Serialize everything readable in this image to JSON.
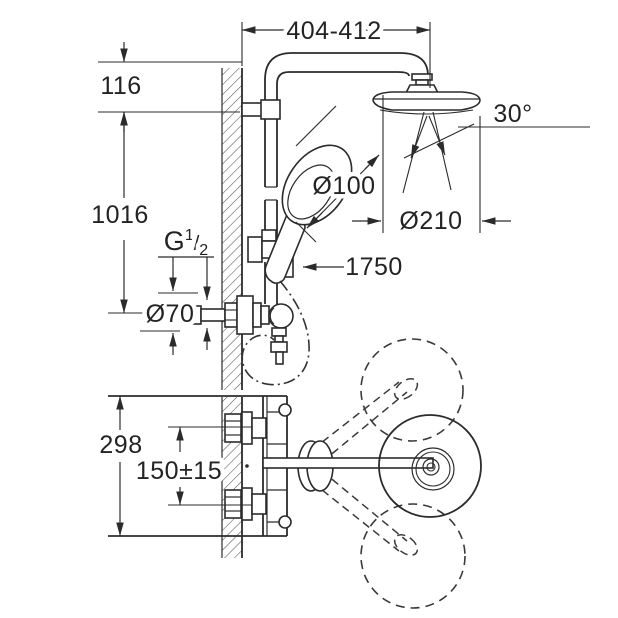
{
  "drawing": {
    "kind": "shower-system-installation-drawing",
    "background": "#ffffff",
    "line_color": "#2b2b2b",
    "front_view": {
      "dim_arm_reach": "404-412",
      "dim_head_offset": "116",
      "dim_riser_height": "1016",
      "thread": {
        "letter": "G",
        "numerator": "1",
        "slash": "/",
        "denominator": "2"
      },
      "dim_supply_escutcheon": "Ø70",
      "dim_hand_shower_diameter": "Ø100",
      "dim_head_diameter": "Ø210",
      "dim_swivel_angle": "30°",
      "dim_hose_length": "1750"
    },
    "plan_view": {
      "dim_body_height": "298",
      "dim_inlet_spacing": "150±15"
    }
  }
}
